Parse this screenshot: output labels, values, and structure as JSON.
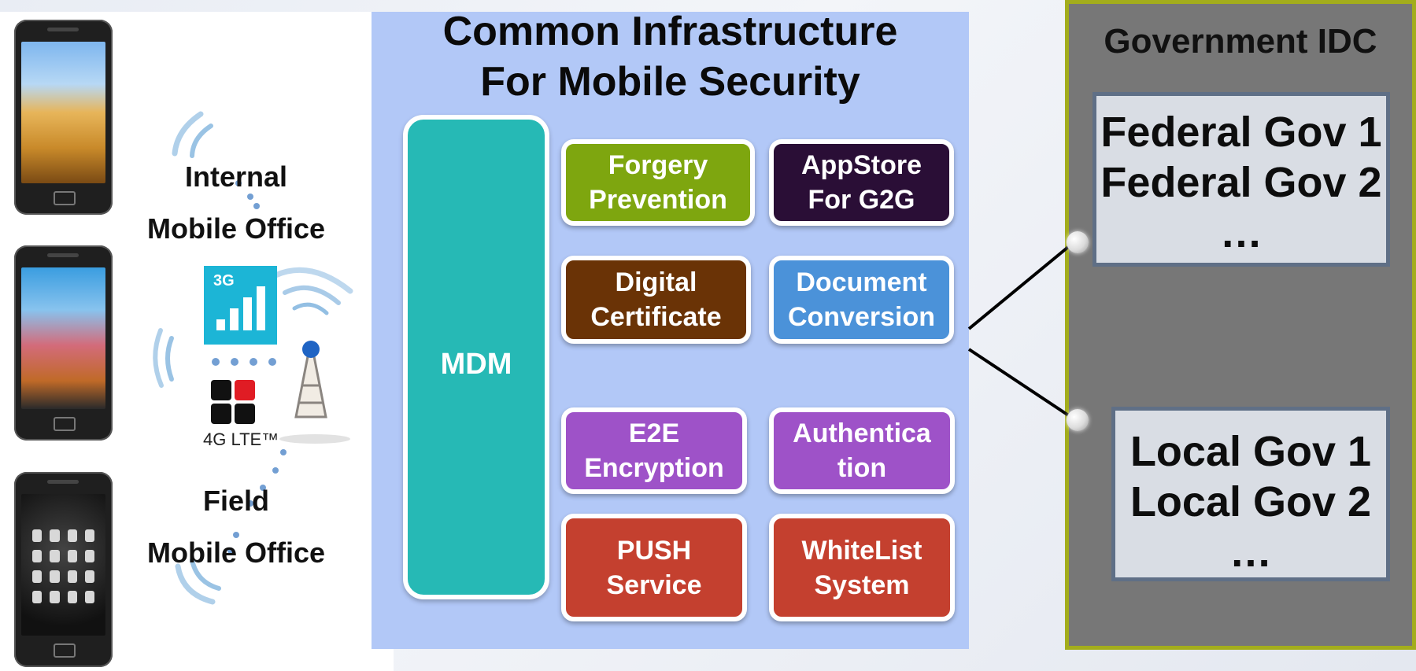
{
  "left": {
    "internal_label_1": "Internal",
    "internal_label_2": "Mobile Office",
    "field_label_1": "Field",
    "field_label_2": "Mobile Office",
    "badge_3g": "3G",
    "lte_text": "4G LTE™"
  },
  "center": {
    "title_line1": "Common Infrastructure",
    "title_line2": "For Mobile Security",
    "mdm": "MDM",
    "services": {
      "forgery": "Forgery\nPrevention",
      "appstore": "AppStore\nFor G2G",
      "certificate": "Digital\nCertificate",
      "conversion": "Document\nConversion",
      "encryption": "E2E\nEncryption",
      "authentication": "Authentica\ntion",
      "push": "PUSH\nService",
      "whitelist": "WhiteList\nSystem"
    }
  },
  "right": {
    "title": "Government IDC",
    "federal": [
      "Federal Gov 1",
      "Federal Gov 2",
      "…"
    ],
    "local": [
      "Local Gov 1",
      "Local Gov 2",
      "…"
    ]
  },
  "colors": {
    "mdm": "#26b9b5",
    "forgery": "#7ea60f",
    "appstore": "#2a0e36",
    "certificate": "#6a3306",
    "conversion": "#4b92d9",
    "encryption": "#9e52c8",
    "authentication": "#9e52c8",
    "push": "#c4402f",
    "whitelist": "#c4402f",
    "center_bg": "#b2c8f7",
    "gov_border": "#a3ad1c"
  }
}
